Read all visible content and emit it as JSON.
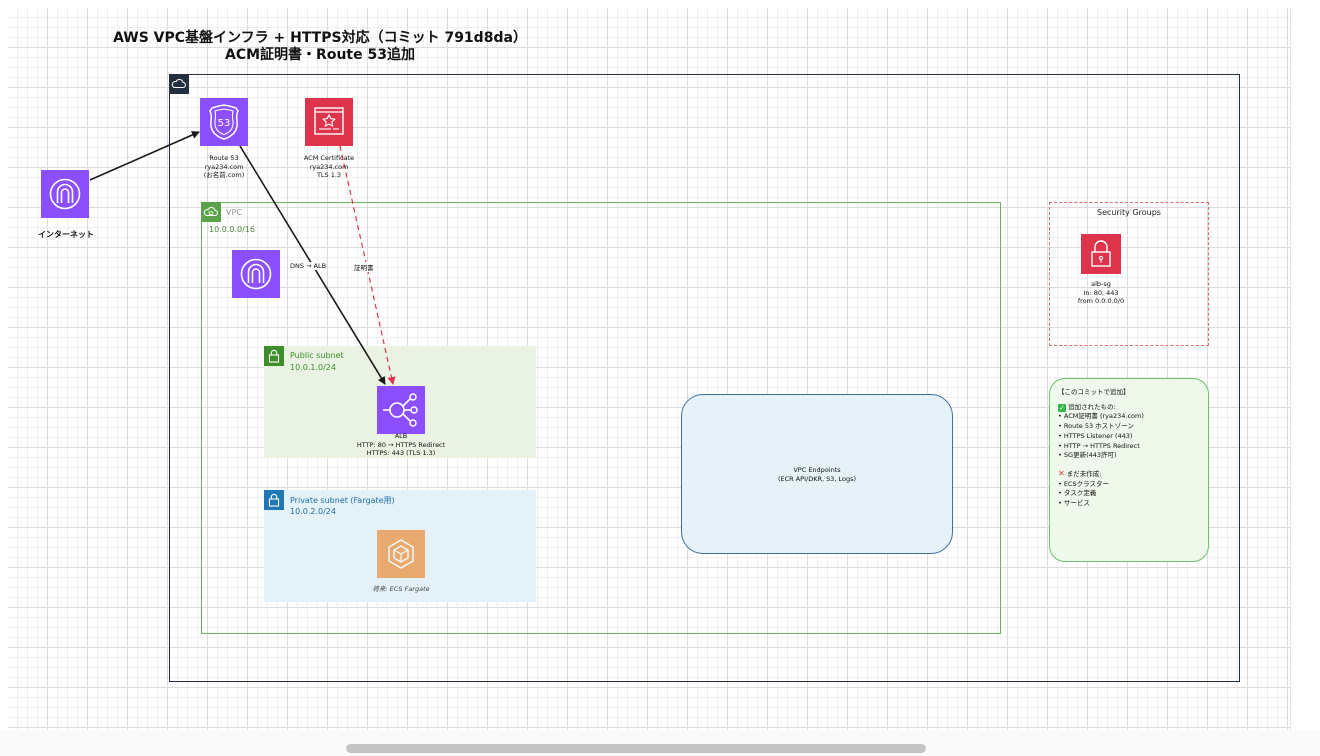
{
  "diagram": {
    "title_line1": "AWS VPC基盤インフラ + HTTPS対応（コミット 791d8da）",
    "title_line2": "ACM証明書・Route 53追加",
    "internet_label": "インターネット",
    "route53_caption": "Route 53\nrya234.com\n(お名前.com)",
    "acm_caption": "ACM Certificate\nrya234.com\nTLS 1.3",
    "vpc_label": "VPC",
    "vpc_cidr": "10.0.0.0/16",
    "edge_dns_label": "DNS → ALB",
    "edge_cert_label": "証明書",
    "public_subnet_label": "Public subnet",
    "public_subnet_cidr": "10.0.1.0/24",
    "alb_caption": "ALB\nHTTP: 80 → HTTPS Redirect\nHTTPS: 443 (TLS 1.3)",
    "private_subnet_label": "Private subnet (Fargate用)",
    "private_subnet_cidr": "10.0.2.0/24",
    "ecs_caption": "将来: ECS Fargate",
    "endpoints_text": "VPC Endpoints\n(ECR API/DKR, S3, Logs)",
    "sg_title": "Security Groups",
    "sg_caption": "alb-sg\nIn: 80, 443\nfrom 0.0.0.0/0",
    "note_title": "【このコミットで追加】",
    "note_added_heading": "追加されたもの:",
    "note_added_items": [
      "• ACM証明書 (rya234.com)",
      "• Route 53 ホストゾーン",
      "• HTTPS Listener (443)",
      "• HTTP → HTTPS Redirect",
      "• SG更新(443許可)"
    ],
    "note_pending_heading": "まだ未作成:",
    "note_pending_items": [
      "• ECSクラスター",
      "• タスク定義",
      "• サービス"
    ]
  },
  "colors": {
    "networking_purple": "#8c4fff",
    "security_red": "#dd344c",
    "compute_orange": "#ed7100",
    "vpc_green": "#6fb25e",
    "public_green": "#3e8e2b",
    "private_blue": "#1f78b4"
  },
  "icons": {
    "internet": "internet-gateway-icon",
    "route53": "route53-icon",
    "acm": "certificate-icon",
    "igw": "internet-gateway-icon",
    "alb": "load-balancer-icon",
    "ecs": "ecs-fargate-icon",
    "sg": "padlock-icon",
    "cloud": "cloud-icon"
  }
}
